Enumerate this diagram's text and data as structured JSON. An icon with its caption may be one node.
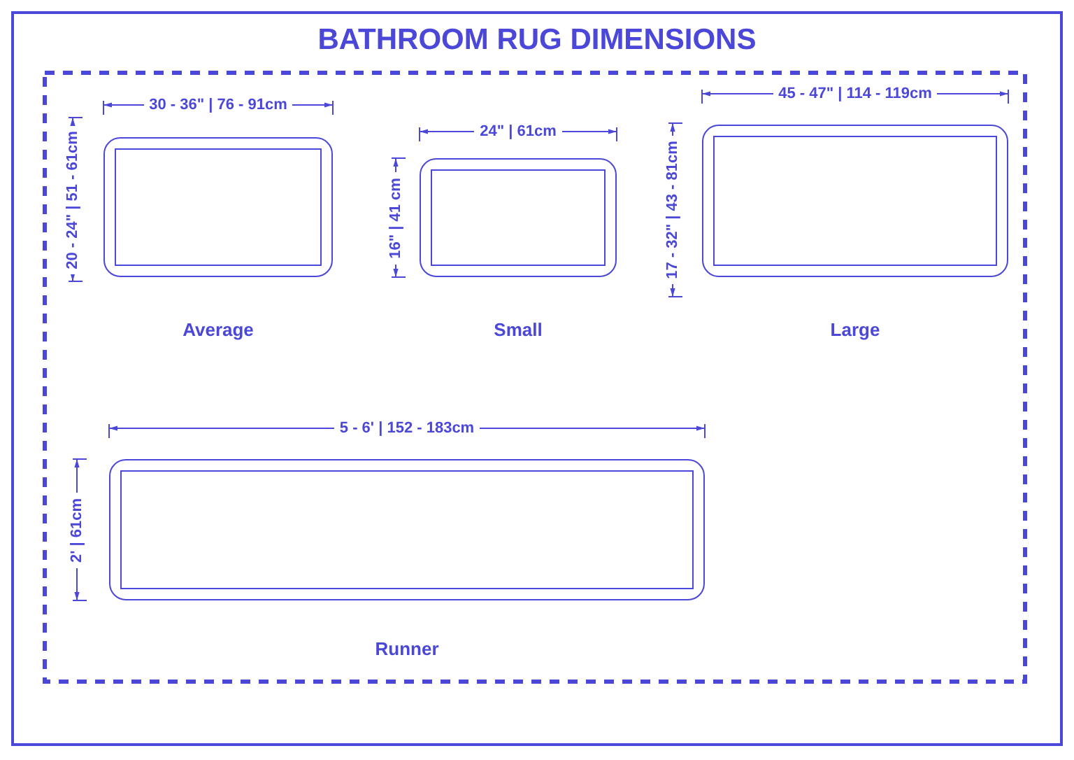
{
  "diagram": {
    "title": "BATHROOM RUG DIMENSIONS",
    "nodes": [
      {
        "text": [
          "Average"
        ]
      },
      {
        "text": [
          "Small"
        ]
      },
      {
        "text": [
          "Large"
        ]
      },
      {
        "text": [
          "Runner"
        ]
      }
    ],
    "labels": [
      "30 - 36\" | 76 - 91cm",
      "24\" | 61cm",
      "45 - 47\" | 114 - 119cm",
      "20 - 24\" | 51 - 61cm",
      "16\" | 41 cm",
      "17 - 32\" | 43 - 81cm",
      "5 - 6' | 152 - 183cm",
      "2' | 61cm"
    ]
  }
}
